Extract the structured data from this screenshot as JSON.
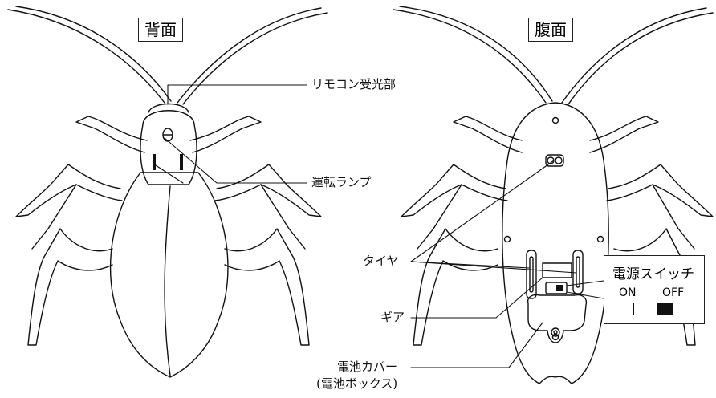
{
  "panels": {
    "back_title": "背面",
    "belly_title": "腹面"
  },
  "labels": {
    "remote_receiver": "リモコン受光部",
    "drive_lamp": "運転ランプ",
    "tire": "タイヤ",
    "gear": "ギア",
    "battery_cover_line1": "電池カバー",
    "battery_cover_line2": "(電池ボックス)"
  },
  "power_switch": {
    "title": "電源スイッチ",
    "on_label": "ON",
    "off_label": "OFF",
    "position": "OFF"
  }
}
